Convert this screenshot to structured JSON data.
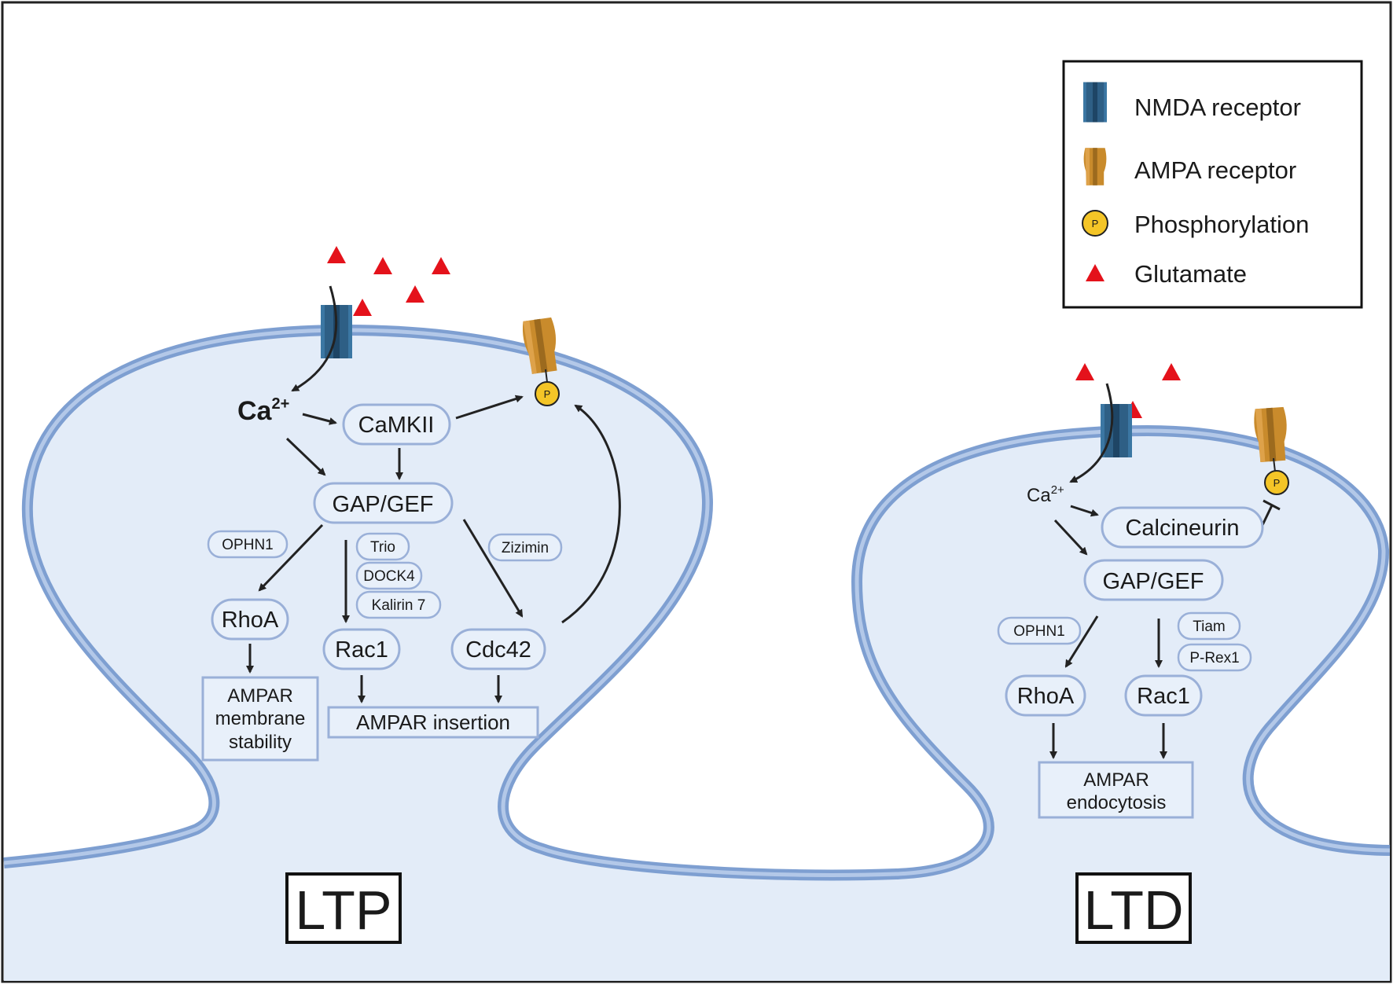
{
  "legend": {
    "items": [
      {
        "label": "NMDA receptor",
        "icon": "nmda-receptor-icon",
        "color": "#2e5f85"
      },
      {
        "label": "AMPA receptor",
        "icon": "ampa-receptor-icon",
        "color": "#c98b2c"
      },
      {
        "label": "Phosphorylation",
        "icon": "phosphorylation-icon",
        "color": "#f4c527"
      },
      {
        "label": "Glutamate",
        "icon": "glutamate-icon",
        "color": "#e4121b"
      }
    ],
    "phospho_letter": "P"
  },
  "ltp": {
    "label": "LTP",
    "ca_base": "Ca",
    "ca_sup": "2+",
    "camkii": "CaMKII",
    "gap_gef": "GAP/GEF",
    "ophn1": "OPHN1",
    "trio": "Trio",
    "dock4": "DOCK4",
    "kalirin7": "Kalirin 7",
    "zizimin": "Zizimin",
    "rhoa": "RhoA",
    "rac1": "Rac1",
    "cdc42": "Cdc42",
    "stability_lines": [
      "AMPAR",
      "membrane",
      "stability"
    ],
    "insertion": "AMPAR insertion",
    "phospho_letter": "P"
  },
  "ltd": {
    "label": "LTD",
    "ca_base": "Ca",
    "ca_sup": "2+",
    "calcineurin": "Calcineurin",
    "gap_gef": "GAP/GEF",
    "ophn1": "OPHN1",
    "tiam": "Tiam",
    "prex1": "P-Rex1",
    "rhoa": "RhoA",
    "rac1": "Rac1",
    "endocytosis_lines": [
      "AMPAR",
      "endocytosis"
    ],
    "phospho_letter": "P"
  },
  "colors": {
    "cytoplasm": "#e3ecf8",
    "membrane": "#7e9fd1",
    "membrane_inner": "#b3c8e8",
    "nmda": "#2e5f85",
    "ampa": "#c98b2c",
    "phospho": "#f4c527",
    "glutamate": "#e4121b"
  }
}
